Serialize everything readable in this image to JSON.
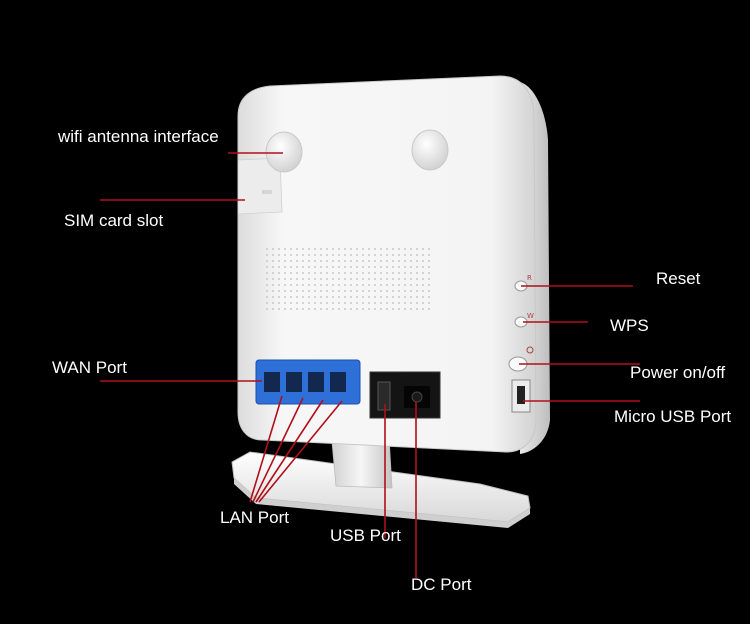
{
  "labels": {
    "wifi_antenna": "wifi antenna interface",
    "sim_slot": "SIM card slot",
    "wan_port": "WAN Port",
    "lan_port": "LAN Port",
    "usb_port": "USB Port",
    "dc_port": "DC Port",
    "reset": "Reset",
    "wps": "WPS",
    "power": "Power on/off",
    "micro_usb": "Micro USB Port"
  },
  "device_markings": {
    "reset_letter": "R",
    "wps_letter": "W"
  },
  "colors": {
    "background": "#000000",
    "device_body": "#f2f2f2",
    "lan_block": "#2f6fd8",
    "callout_line": "#b0101a",
    "label_text": "#ffffff"
  }
}
